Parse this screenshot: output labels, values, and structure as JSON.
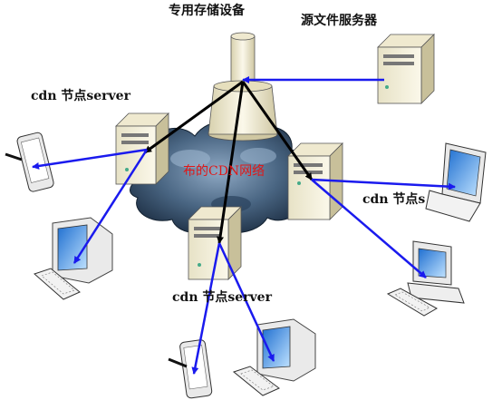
{
  "labels": {
    "storage": "专用存储设备",
    "source_server": "源文件服务器",
    "cdn_node_left": "cdn 节点server",
    "cdn_node_right": "cdn 节点s",
    "cdn_node_bottom": "cdn 节点server",
    "cloud": "布的CDN网络"
  },
  "colors": {
    "black_link": "#000000",
    "blue_link": "#1a1aee",
    "cloud_dark": "#1d2f44",
    "cloud_light": "#8fa9c4",
    "server_body": "#f3efd9",
    "label_red": "#e01818"
  },
  "icons": [
    "storage-tower-icon",
    "server-icon",
    "pda-icon",
    "crt-monitor-icon",
    "laptop-icon",
    "desktop-pc-icon",
    "keyboard-icon"
  ]
}
